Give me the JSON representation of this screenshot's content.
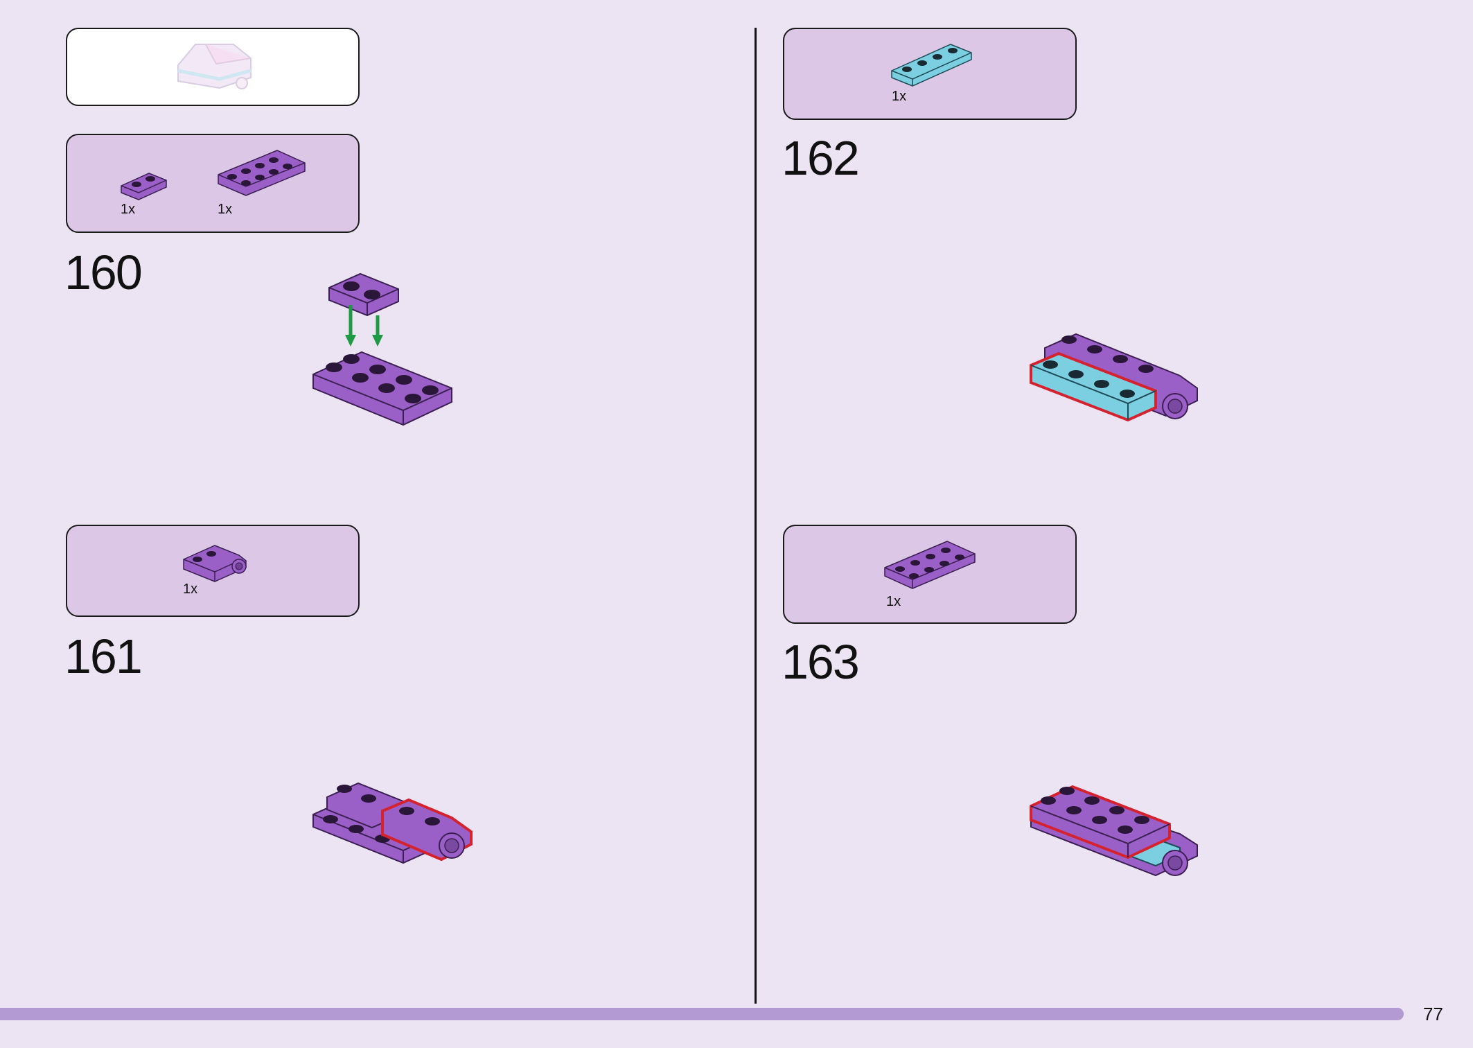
{
  "page": {
    "page_number": "77"
  },
  "left_column": {
    "preview": {
      "description_icon": "completed-submodel-preview"
    },
    "steps": [
      {
        "number": "160",
        "parts": [
          {
            "qty": "1x",
            "icon": "purple-plate-1x2-icon"
          },
          {
            "qty": "1x",
            "icon": "purple-plate-2x4-icon"
          }
        ]
      },
      {
        "number": "161",
        "parts": [
          {
            "qty": "1x",
            "icon": "purple-plate-with-pin-hole-icon"
          }
        ]
      }
    ]
  },
  "right_column": {
    "steps": [
      {
        "number": "162",
        "parts": [
          {
            "qty": "1x",
            "icon": "blue-plate-1x4-icon"
          }
        ]
      },
      {
        "number": "163",
        "parts": [
          {
            "qty": "1x",
            "icon": "purple-plate-2x4-icon"
          }
        ]
      }
    ]
  },
  "colors": {
    "background": "#ece3f3",
    "callout": "#dcc8e6",
    "brick_purple": "#9b5fc8",
    "brick_purple_dark": "#6f3f96",
    "brick_blue": "#7ccfe0",
    "highlight_red": "#d4232e",
    "arrow_green": "#1f9a44",
    "progress": "#b39ad2"
  }
}
